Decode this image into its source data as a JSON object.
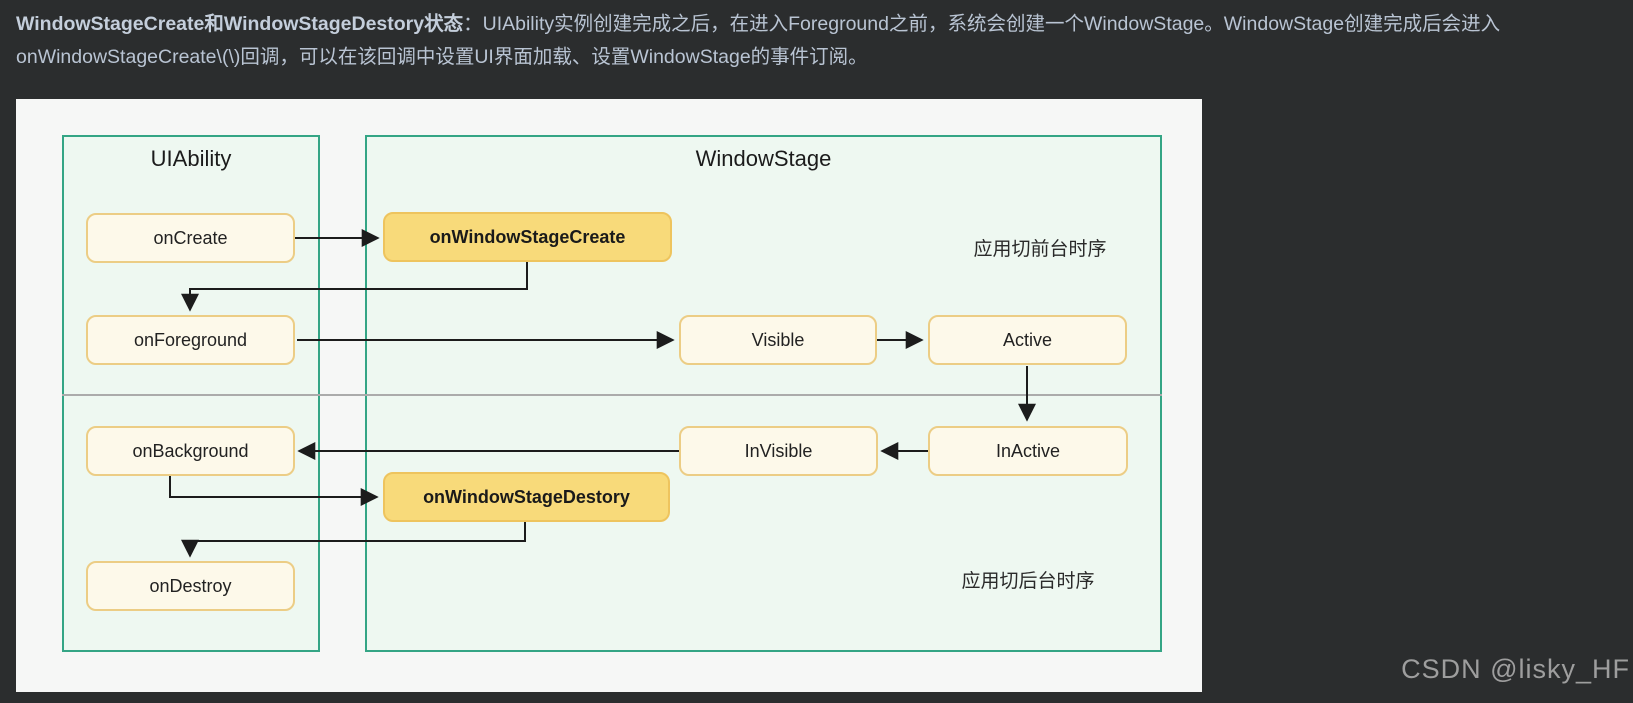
{
  "page": {
    "background": "#2b2d2e",
    "text_color": "#b9c4d3"
  },
  "paragraph": {
    "line1_bold": "WindowStageCreate和WindowStageDestory状态",
    "line1_rest": "：UIAbility实例创建完成之后，在进入Foreground之前，系统会创建一个WindowStage。WindowStage创建完成后会进入",
    "line2": "onWindowStageCreate\\(\\)回调，可以在该回调中设置UI界面加载、设置WindowStage的事件订阅。"
  },
  "diagram": {
    "uiability_title": "UIAbility",
    "windowstage_title": "WindowStage",
    "nodes": {
      "on_create": "onCreate",
      "on_window_stage_create": "onWindowStageCreate",
      "on_foreground": "onForeground",
      "visible": "Visible",
      "active": "Active",
      "on_background": "onBackground",
      "invisible": "InVisible",
      "inactive": "InActive",
      "on_window_stage_destory": "onWindowStageDestory",
      "on_destroy": "onDestroy"
    },
    "annotations": {
      "foreground_sequence": "应用切前台时序",
      "background_sequence": "应用切后台时序"
    },
    "colors": {
      "container_border": "#34a585",
      "container_fill": "#eef8f1",
      "node_fill": "#fdf9ea",
      "node_border": "#eccd85",
      "highlight_fill": "#f8da7a",
      "highlight_border": "#eec45e",
      "arrow": "#1c1c1c",
      "divider": "#ababab"
    }
  },
  "watermark": "CSDN @lisky_HF"
}
